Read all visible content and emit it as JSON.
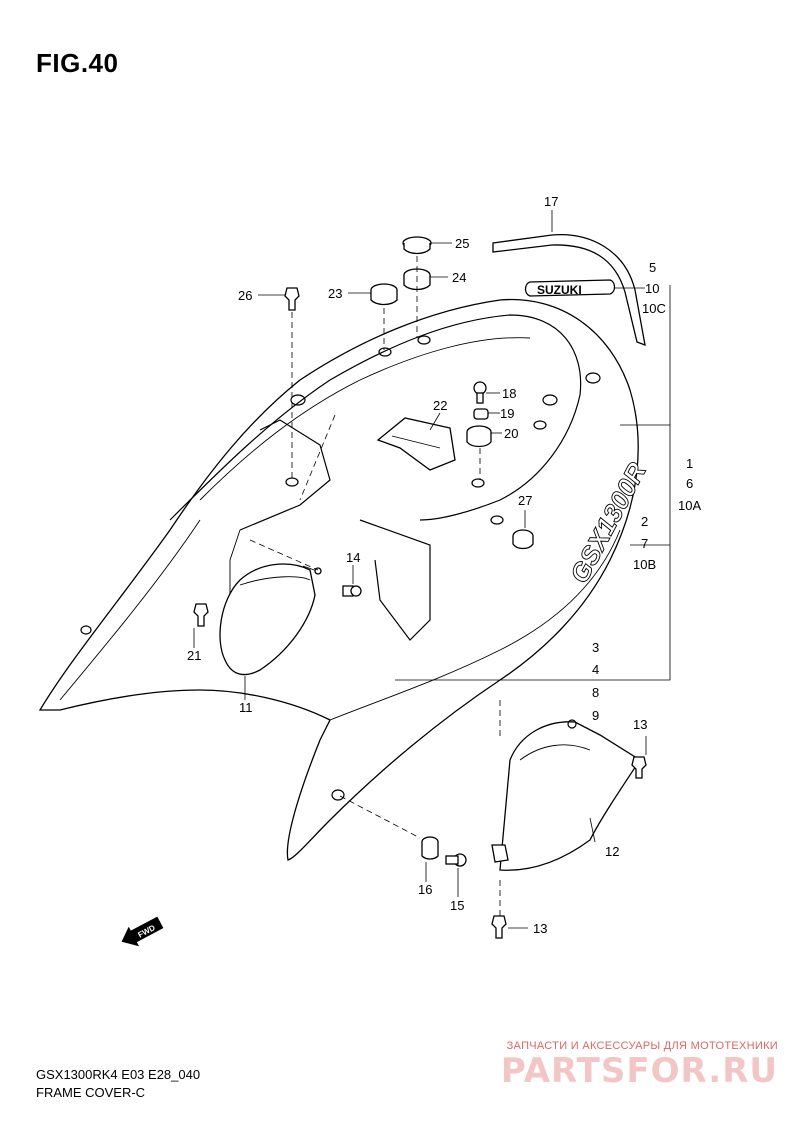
{
  "figure": {
    "title": "FIG.40"
  },
  "callouts": [
    {
      "text": "17"
    },
    {
      "text": "25"
    },
    {
      "text": "24"
    },
    {
      "text": "23"
    },
    {
      "text": "26"
    },
    {
      "text": "5"
    },
    {
      "text": "10"
    },
    {
      "text": "10C"
    },
    {
      "text": "18"
    },
    {
      "text": "19"
    },
    {
      "text": "22"
    },
    {
      "text": "20"
    },
    {
      "text": "1"
    },
    {
      "text": "6"
    },
    {
      "text": "10A"
    },
    {
      "text": "27"
    },
    {
      "text": "2"
    },
    {
      "text": "7"
    },
    {
      "text": "10B"
    },
    {
      "text": "14"
    },
    {
      "text": "21"
    },
    {
      "text": "11"
    },
    {
      "text": "3"
    },
    {
      "text": "4"
    },
    {
      "text": "8"
    },
    {
      "text": "9"
    },
    {
      "text": "13"
    },
    {
      "text": "12"
    },
    {
      "text": "16"
    },
    {
      "text": "15"
    },
    {
      "text": "13"
    }
  ],
  "decals": {
    "brand_badge": "SUZUKI",
    "model_decal": "GSX1300R"
  },
  "fwd_marker": "FWD",
  "footer": {
    "model_code": "GSX1300RK4 E03 E28_040",
    "caption": "FRAME COVER-C"
  },
  "watermark": {
    "tagline": "ЗАПЧАСТИ И АКСЕССУАРЫ ДЛЯ МОТОТЕХНИКИ",
    "brand": "PARTSFOR.RU"
  }
}
